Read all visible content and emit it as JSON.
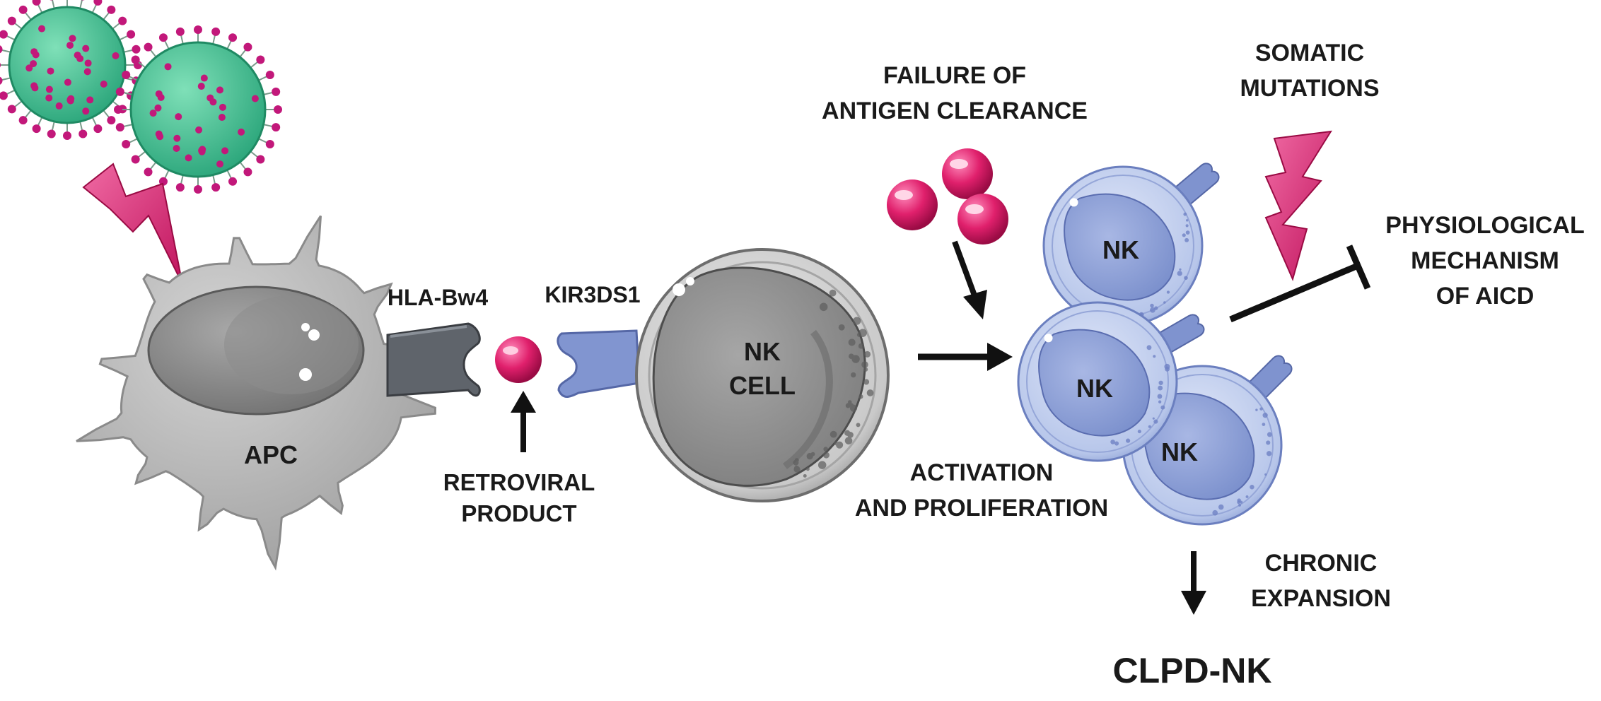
{
  "labels": {
    "hla": "HLA-Bw4",
    "kir": "KIR3DS1",
    "apc": "APC",
    "nk_cell_line1": "NK",
    "nk_cell_line2": "CELL",
    "retroviral_line1": "RETROVIRAL",
    "retroviral_line2": "PRODUCT",
    "failure_line1": "FAILURE OF",
    "failure_line2": "ANTIGEN CLEARANCE",
    "somatic_line1": "SOMATIC",
    "somatic_line2": "MUTATIONS",
    "physio_line1": "PHYSIOLOGICAL",
    "physio_line2": "MECHANISM",
    "physio_line3": "OF AICD",
    "activation_line1": "ACTIVATION",
    "activation_line2": "AND PROLIFERATION",
    "chronic_line1": "CHRONIC",
    "chronic_line2": "EXPANSION",
    "nk_small_1": "NK",
    "nk_small_2": "NK",
    "nk_small_3": "NK",
    "outcome": "CLPD-NK"
  },
  "colors": {
    "virus_body": "#3dbd8f",
    "virus_spike": "#c2187a",
    "lightning": "#d0206f",
    "apc_body": "#bdbdbd",
    "nk_cell_body": "#d6d6d6",
    "nk_small_body": "#b9c8ec",
    "receptor_blue": "#7f93cf",
    "receptor_gray": "#5a5f66",
    "antigen": "#d4145a",
    "arrow": "#111111"
  },
  "icons": {
    "virus": "virus-icon",
    "lightning": "lightning-bolt-icon",
    "antigen": "antigen-sphere-icon",
    "inhibition": "inhibition-bar-icon"
  }
}
